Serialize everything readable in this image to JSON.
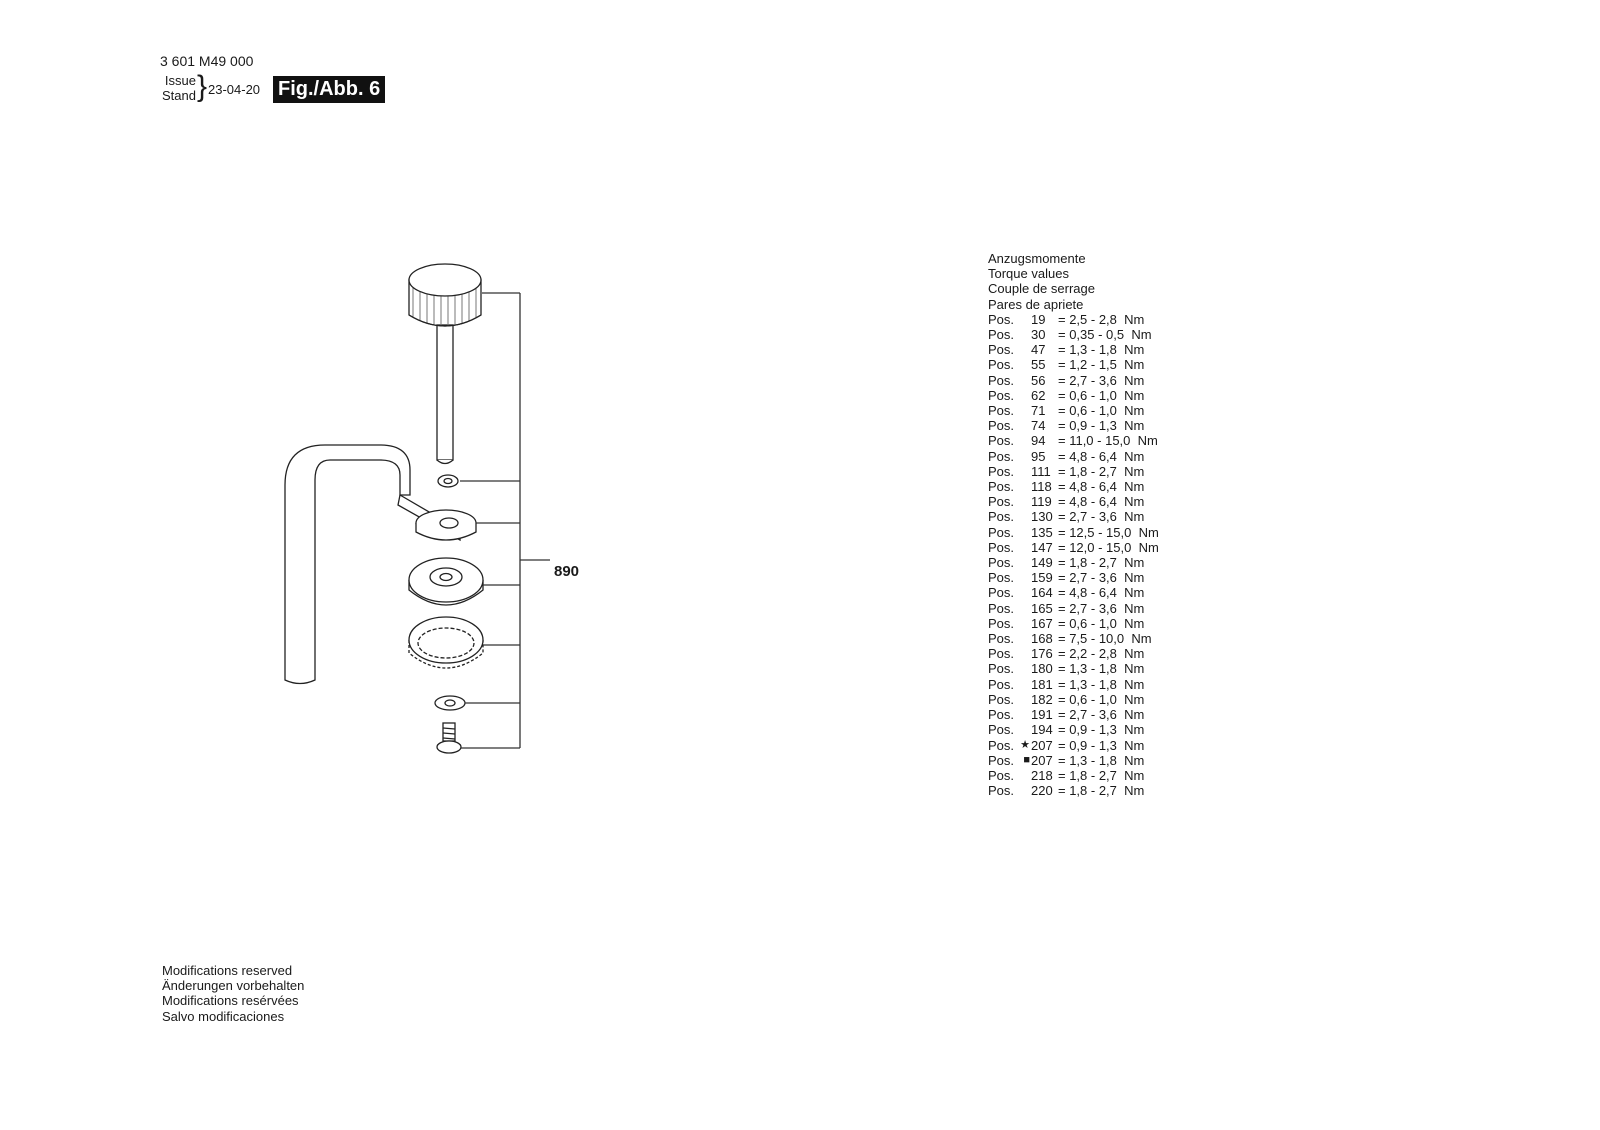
{
  "header": {
    "doc_number": "3 601 M49 000",
    "issue_line1": "Issue",
    "issue_line2": "Stand",
    "brace": "}",
    "date": "23-04-20",
    "figure_badge": "Fig./Abb. 6"
  },
  "diagram": {
    "part_label": "890",
    "components": [
      "knob-screw-icon",
      "washer-icon",
      "bracket-arm-icon",
      "ring-plate-icon",
      "toothed-ring-icon",
      "washer-icon",
      "screw-icon"
    ]
  },
  "torque": {
    "headings": [
      "Anzugsmomente",
      "Torque values",
      "Couple de serrage",
      "Pares de apriete"
    ],
    "rows": [
      {
        "prefix": "Pos.",
        "mark": "",
        "pos": "19",
        "value": "= 2,5 - 2,8  Nm"
      },
      {
        "prefix": "Pos.",
        "mark": "",
        "pos": "30",
        "value": "= 0,35 - 0,5  Nm"
      },
      {
        "prefix": "Pos.",
        "mark": "",
        "pos": "47",
        "value": "= 1,3 - 1,8  Nm"
      },
      {
        "prefix": "Pos.",
        "mark": "",
        "pos": "55",
        "value": "= 1,2 - 1,5  Nm"
      },
      {
        "prefix": "Pos.",
        "mark": "",
        "pos": "56",
        "value": "= 2,7 - 3,6  Nm"
      },
      {
        "prefix": "Pos.",
        "mark": "",
        "pos": "62",
        "value": "= 0,6 - 1,0  Nm"
      },
      {
        "prefix": "Pos.",
        "mark": "",
        "pos": "71",
        "value": "= 0,6 - 1,0  Nm"
      },
      {
        "prefix": "Pos.",
        "mark": "",
        "pos": "74",
        "value": "= 0,9 - 1,3  Nm"
      },
      {
        "prefix": "Pos.",
        "mark": "",
        "pos": "94",
        "value": "= 11,0 - 15,0  Nm"
      },
      {
        "prefix": "Pos.",
        "mark": "",
        "pos": "95",
        "value": "= 4,8 - 6,4  Nm"
      },
      {
        "prefix": "Pos.",
        "mark": "",
        "pos": "111",
        "value": "= 1,8 - 2,7  Nm"
      },
      {
        "prefix": "Pos.",
        "mark": "",
        "pos": "118",
        "value": "= 4,8 - 6,4  Nm"
      },
      {
        "prefix": "Pos.",
        "mark": "",
        "pos": "119",
        "value": "= 4,8 - 6,4  Nm"
      },
      {
        "prefix": "Pos.",
        "mark": "",
        "pos": "130",
        "value": "= 2,7 - 3,6  Nm"
      },
      {
        "prefix": "Pos.",
        "mark": "",
        "pos": "135",
        "value": "= 12,5 - 15,0  Nm"
      },
      {
        "prefix": "Pos.",
        "mark": "",
        "pos": "147",
        "value": "= 12,0 - 15,0  Nm"
      },
      {
        "prefix": "Pos.",
        "mark": "",
        "pos": "149",
        "value": "= 1,8 - 2,7  Nm"
      },
      {
        "prefix": "Pos.",
        "mark": "",
        "pos": "159",
        "value": "= 2,7 - 3,6  Nm"
      },
      {
        "prefix": "Pos.",
        "mark": "",
        "pos": "164",
        "value": "= 4,8 - 6,4  Nm"
      },
      {
        "prefix": "Pos.",
        "mark": "",
        "pos": "165",
        "value": "= 2,7 - 3,6  Nm"
      },
      {
        "prefix": "Pos.",
        "mark": "",
        "pos": "167",
        "value": "= 0,6 - 1,0  Nm"
      },
      {
        "prefix": "Pos.",
        "mark": "",
        "pos": "168",
        "value": "= 7,5 - 10,0  Nm"
      },
      {
        "prefix": "Pos.",
        "mark": "",
        "pos": "176",
        "value": "= 2,2 - 2,8  Nm"
      },
      {
        "prefix": "Pos.",
        "mark": "",
        "pos": "180",
        "value": "= 1,3 - 1,8  Nm"
      },
      {
        "prefix": "Pos.",
        "mark": "",
        "pos": "181",
        "value": "= 1,3 - 1,8  Nm"
      },
      {
        "prefix": "Pos.",
        "mark": "",
        "pos": "182",
        "value": "= 0,6 - 1,0  Nm"
      },
      {
        "prefix": "Pos.",
        "mark": "",
        "pos": "191",
        "value": "= 2,7 - 3,6  Nm"
      },
      {
        "prefix": "Pos.",
        "mark": "",
        "pos": "194",
        "value": "= 0,9 - 1,3  Nm"
      },
      {
        "prefix": "Pos.",
        "mark": "★",
        "pos": "207",
        "value": "= 0,9 - 1,3  Nm"
      },
      {
        "prefix": "Pos.",
        "mark": "■",
        "pos": "207",
        "value": "= 1,3 - 1,8  Nm"
      },
      {
        "prefix": "Pos.",
        "mark": "",
        "pos": "218",
        "value": "= 1,8 - 2,7  Nm"
      },
      {
        "prefix": "Pos.",
        "mark": "",
        "pos": "220",
        "value": "= 1,8 - 2,7  Nm"
      }
    ]
  },
  "footer": {
    "lines": [
      "Modifications reserved",
      "Änderungen vorbehalten",
      "Modifications resérvées",
      "Salvo modificaciones"
    ]
  }
}
